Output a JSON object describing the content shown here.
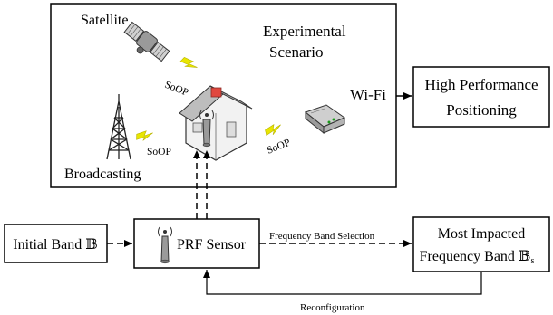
{
  "scenario": {
    "title_line1": "Experimental",
    "title_line2": "Scenario",
    "satellite_label": "Satellite",
    "broadcasting_label": "Broadcasting",
    "wifi_label": "Wi-Fi",
    "soop_satellite": "SoOP",
    "soop_broadcast": "SoOP",
    "soop_wifi": "SoOP"
  },
  "output": {
    "line1": "High Performance",
    "line2": "Positioning"
  },
  "initial_band": "Initial Band 𝔹",
  "sensor_label": "PRF Sensor",
  "selection_label": "Frequency Band Selection",
  "impacted": {
    "line1": "Most Impacted",
    "line2": "Frequency Band 𝔹",
    "subscript": "s"
  },
  "reconfig_label": "Reconfiguration",
  "colors": {
    "stroke": "#000000",
    "lightning": "#e9e600",
    "house_wall": "#f2f2f2",
    "roof": "#bdbdbd",
    "chimney": "#e0483f",
    "device": "#9a9a9a"
  },
  "icons": [
    "satellite-icon",
    "broadcast-tower-icon",
    "house-icon",
    "wifi-router-icon",
    "antenna-icon",
    "lightning-icon"
  ]
}
